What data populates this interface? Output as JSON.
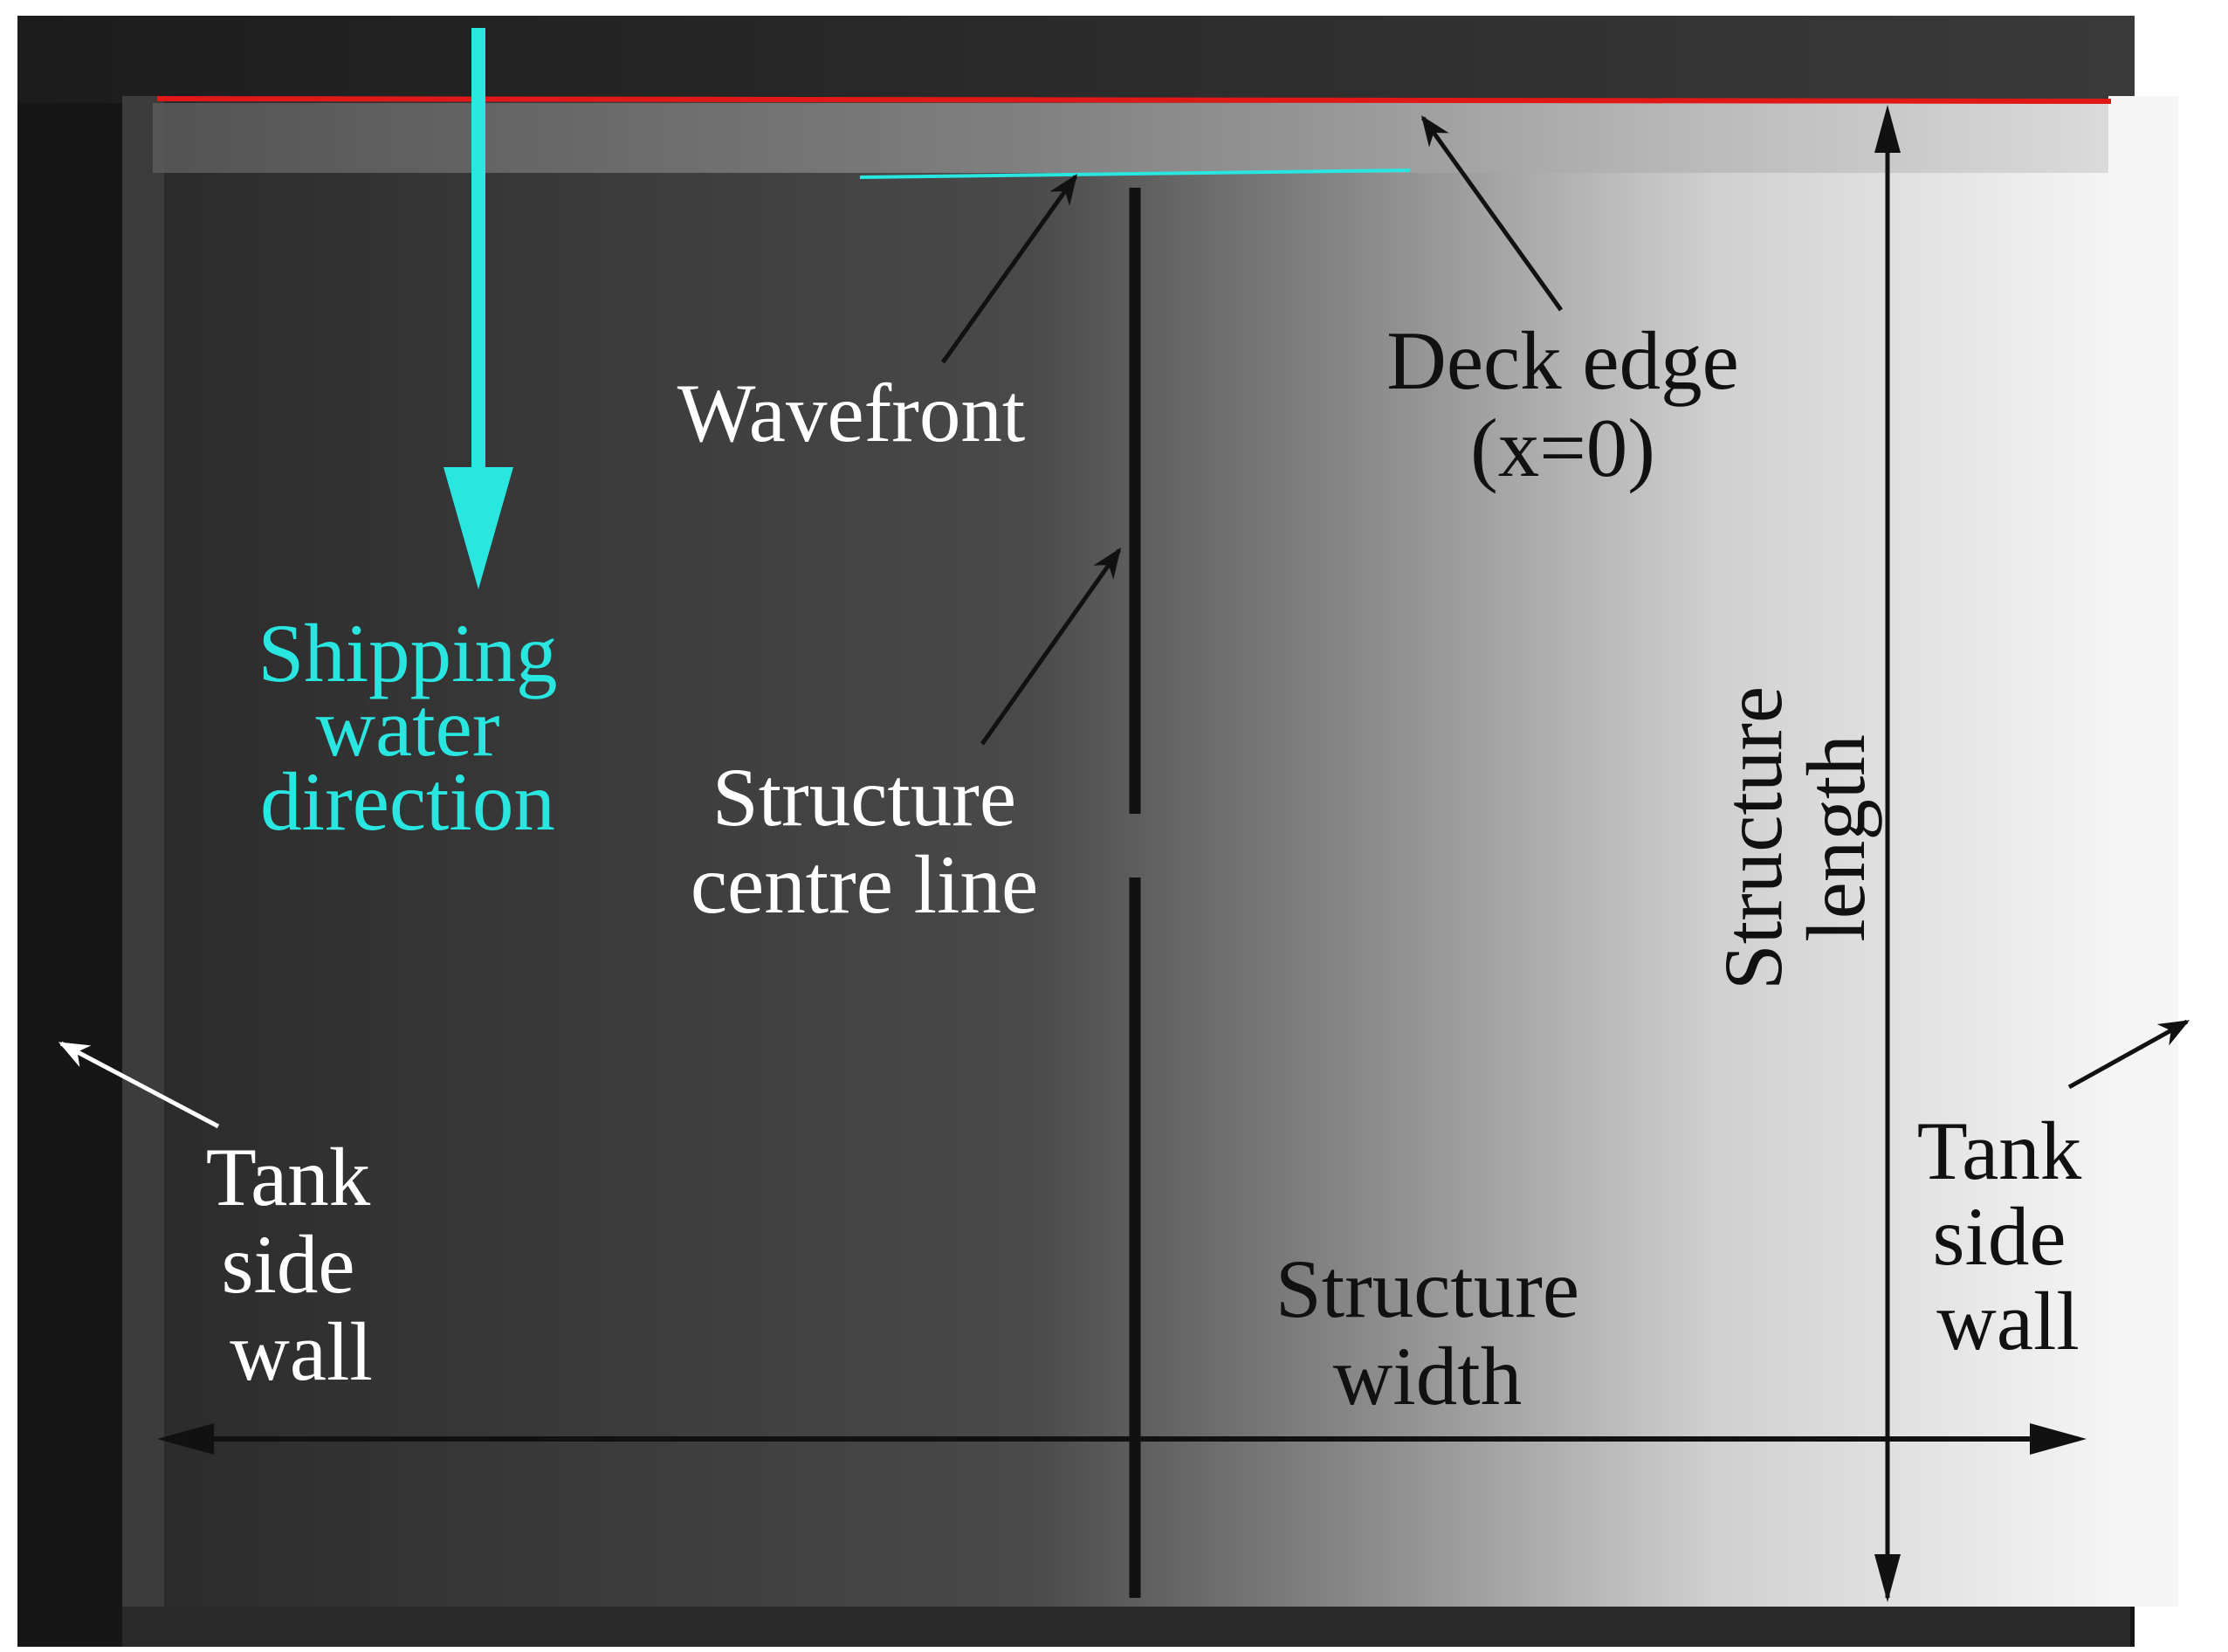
{
  "figure": {
    "labels": {
      "wavefront": "Wavefront",
      "deck_edge_line1": "Deck edge",
      "deck_edge_line2": "(x=0)",
      "shipping_line1": "Shipping",
      "shipping_line2": "water",
      "shipping_line3": "direction",
      "centre_line1": "Structure",
      "centre_line2": "centre line",
      "length_line1": "Structure",
      "length_line2": "length",
      "width_line1": "Structure",
      "width_line2": "width",
      "left_wall_line1": "Tank",
      "left_wall_line2": "side",
      "left_wall_line3": "wall",
      "right_wall_line1": "Tank",
      "right_wall_line2": "side",
      "right_wall_line3": "wall"
    },
    "colors": {
      "deck_edge_line": "#e01818",
      "shipping_arrow": "#29e6e0",
      "wavefront_line": "#29e6e0",
      "annotation_text_dark_region": "#ffffff",
      "annotation_text_light_region": "#111111"
    }
  }
}
